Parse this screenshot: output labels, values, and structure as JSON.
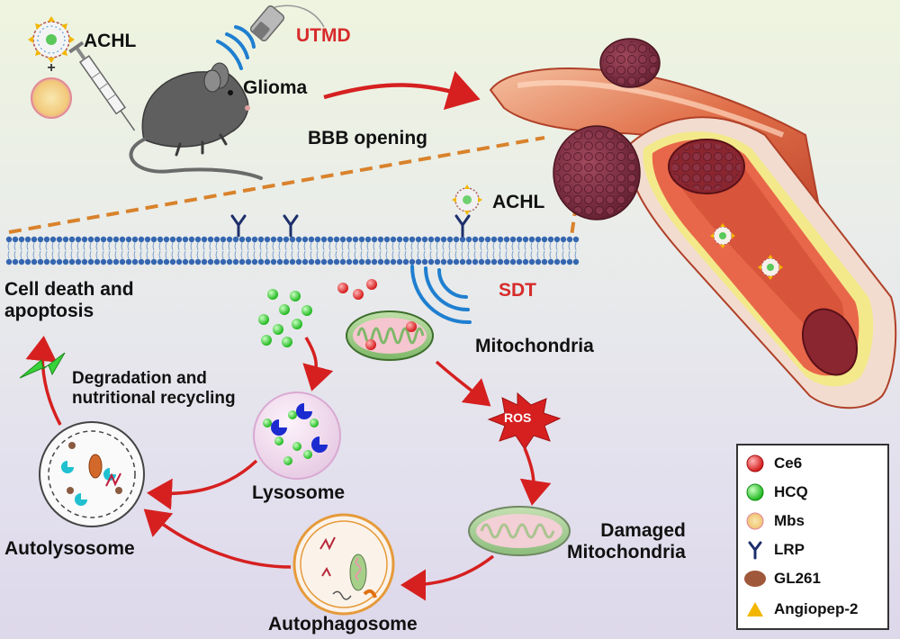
{
  "labels": {
    "achl_top": "ACHL",
    "utmd": "UTMD",
    "glioma": "Glioma",
    "bbb_opening": "BBB opening",
    "achl_membrane": "ACHL",
    "sdt": "SDT",
    "cell_death": "Cell death and\napoptosis",
    "mitochondria": "Mitochondria",
    "degradation": "Degradation and\nnutritional recycling",
    "ros": "ROS",
    "lysosome": "Lysosome",
    "autolysosome": "Autolysosome",
    "damaged_mito": "Damaged\nMitochondria",
    "autophagosome": "Autophagosome"
  },
  "legend": [
    {
      "label": "Ce6",
      "icon": "red-sphere-icon",
      "color": "#e02020"
    },
    {
      "label": "HCQ",
      "icon": "green-sphere-icon",
      "color": "#22cc22"
    },
    {
      "label": "Mbs",
      "icon": "microbubble-icon",
      "color": "#f3d27a"
    },
    {
      "label": "LRP",
      "icon": "receptor-y-icon",
      "color": "#1d2f6b"
    },
    {
      "label": "GL261",
      "icon": "cell-ellipse-icon",
      "color": "#a0583a"
    },
    {
      "label": "Angiopep-2",
      "icon": "triangle-icon",
      "color": "#f2b600"
    }
  ],
  "colors": {
    "arrow": "#d62020",
    "ultrasound": "#1f7fd0",
    "tumor": "#7a2a3e",
    "vessel": "#e07050",
    "membrane": "#3566b0",
    "dashed_line": "#d9822b"
  }
}
